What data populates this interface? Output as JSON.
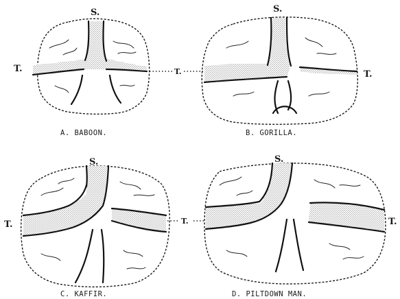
{
  "labels": {
    "sagittal": "S.",
    "transverse": "T."
  },
  "panels": [
    {
      "id": "a",
      "caption": "A. BABOON."
    },
    {
      "id": "b",
      "caption": "B. GORILLA."
    },
    {
      "id": "c",
      "caption": "C. KAFFIR."
    },
    {
      "id": "d",
      "caption": "D. PILTDOWN MAN."
    }
  ],
  "colors": {
    "ink": "#1a1a1a",
    "background": "#ffffff"
  }
}
